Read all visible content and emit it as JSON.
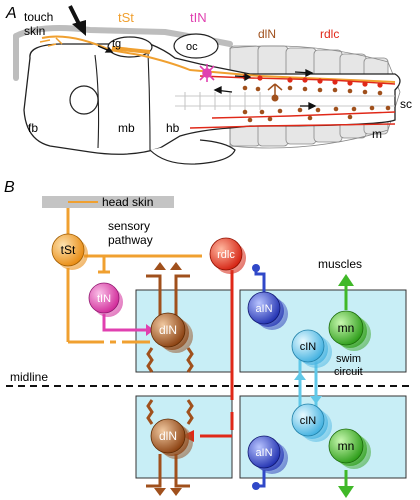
{
  "panel_a": {
    "letter": "A",
    "labels": {
      "touch_skin_1": "touch",
      "touch_skin_2": "skin",
      "tSt": "tSt",
      "tIN": "tIN",
      "dlN": "dlN",
      "rdlc": "rdlc",
      "tg": "tg",
      "oc": "oc",
      "fb": "fb",
      "mb": "mb",
      "hb": "hb",
      "sc": "sc",
      "m": "m"
    }
  },
  "panel_b": {
    "letter": "B",
    "labels": {
      "head_skin": "head skin",
      "sensory_1": "sensory",
      "sensory_2": "pathway",
      "tSt": "tSt",
      "tIN": "tIN",
      "rdlc": "rdlc",
      "dlN_top": "dlN",
      "dlN_bottom": "dlN",
      "aIN_top": "aIN",
      "aIN_bottom": "aIN",
      "cIN_top": "cIN",
      "cIN_bottom": "cIN",
      "mn_top": "mn",
      "mn_bottom": "mn",
      "muscles": "muscles",
      "swim_1": "swim",
      "swim_2": "circuit",
      "midline": "midline"
    }
  },
  "colors": {
    "orange": "#f0a030",
    "magenta": "#e040b0",
    "brown": "#a0501c",
    "red": "#e02818",
    "blue": "#3048c8",
    "lightblue": "#60c8e8",
    "green": "#40b828",
    "box_fill": "#c8eef6",
    "skin_gray": "#bdbdbd"
  }
}
